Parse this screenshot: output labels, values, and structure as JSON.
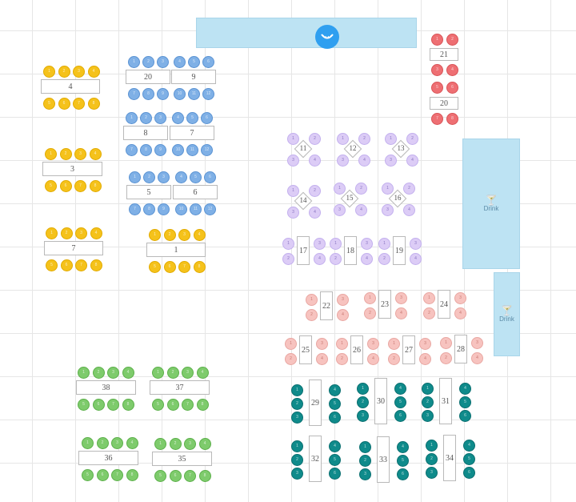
{
  "zones": {
    "drink_label": "Drink"
  },
  "tables": [
    {
      "id": "4",
      "label": "4"
    },
    {
      "id": "3",
      "label": "3"
    },
    {
      "id": "7a",
      "label": "7"
    },
    {
      "id": "1",
      "label": "1"
    },
    {
      "id": "20",
      "label": "20"
    },
    {
      "id": "9",
      "label": "9"
    },
    {
      "id": "8",
      "label": "8"
    },
    {
      "id": "7",
      "label": "7"
    },
    {
      "id": "5",
      "label": "5"
    },
    {
      "id": "6",
      "label": "6"
    },
    {
      "id": "21",
      "label": "21"
    },
    {
      "id": "20r",
      "label": "20"
    },
    {
      "id": "11",
      "label": "11"
    },
    {
      "id": "12",
      "label": "12"
    },
    {
      "id": "13",
      "label": "13"
    },
    {
      "id": "14",
      "label": "14"
    },
    {
      "id": "15",
      "label": "15"
    },
    {
      "id": "16",
      "label": "16"
    },
    {
      "id": "17",
      "label": "17"
    },
    {
      "id": "18",
      "label": "18"
    },
    {
      "id": "19",
      "label": "19"
    },
    {
      "id": "22",
      "label": "22"
    },
    {
      "id": "23",
      "label": "23"
    },
    {
      "id": "24",
      "label": "24"
    },
    {
      "id": "25",
      "label": "25"
    },
    {
      "id": "26",
      "label": "26"
    },
    {
      "id": "27",
      "label": "27"
    },
    {
      "id": "28",
      "label": "28"
    },
    {
      "id": "38",
      "label": "38"
    },
    {
      "id": "37",
      "label": "37"
    },
    {
      "id": "36",
      "label": "36"
    },
    {
      "id": "35",
      "label": "35"
    },
    {
      "id": "29",
      "label": "29"
    },
    {
      "id": "30",
      "label": "30"
    },
    {
      "id": "31",
      "label": "31"
    },
    {
      "id": "32",
      "label": "32"
    },
    {
      "id": "33",
      "label": "33"
    },
    {
      "id": "34",
      "label": "34"
    }
  ],
  "colors": {
    "yellow": "#f5c21b",
    "blue": "#7fb0e6",
    "red": "#ee6f73",
    "lavender": "#dcccf6",
    "pink": "#f7c3bf",
    "green": "#7ecb6c",
    "teal": "#0f8b8b",
    "zone": "#bde3f3"
  }
}
